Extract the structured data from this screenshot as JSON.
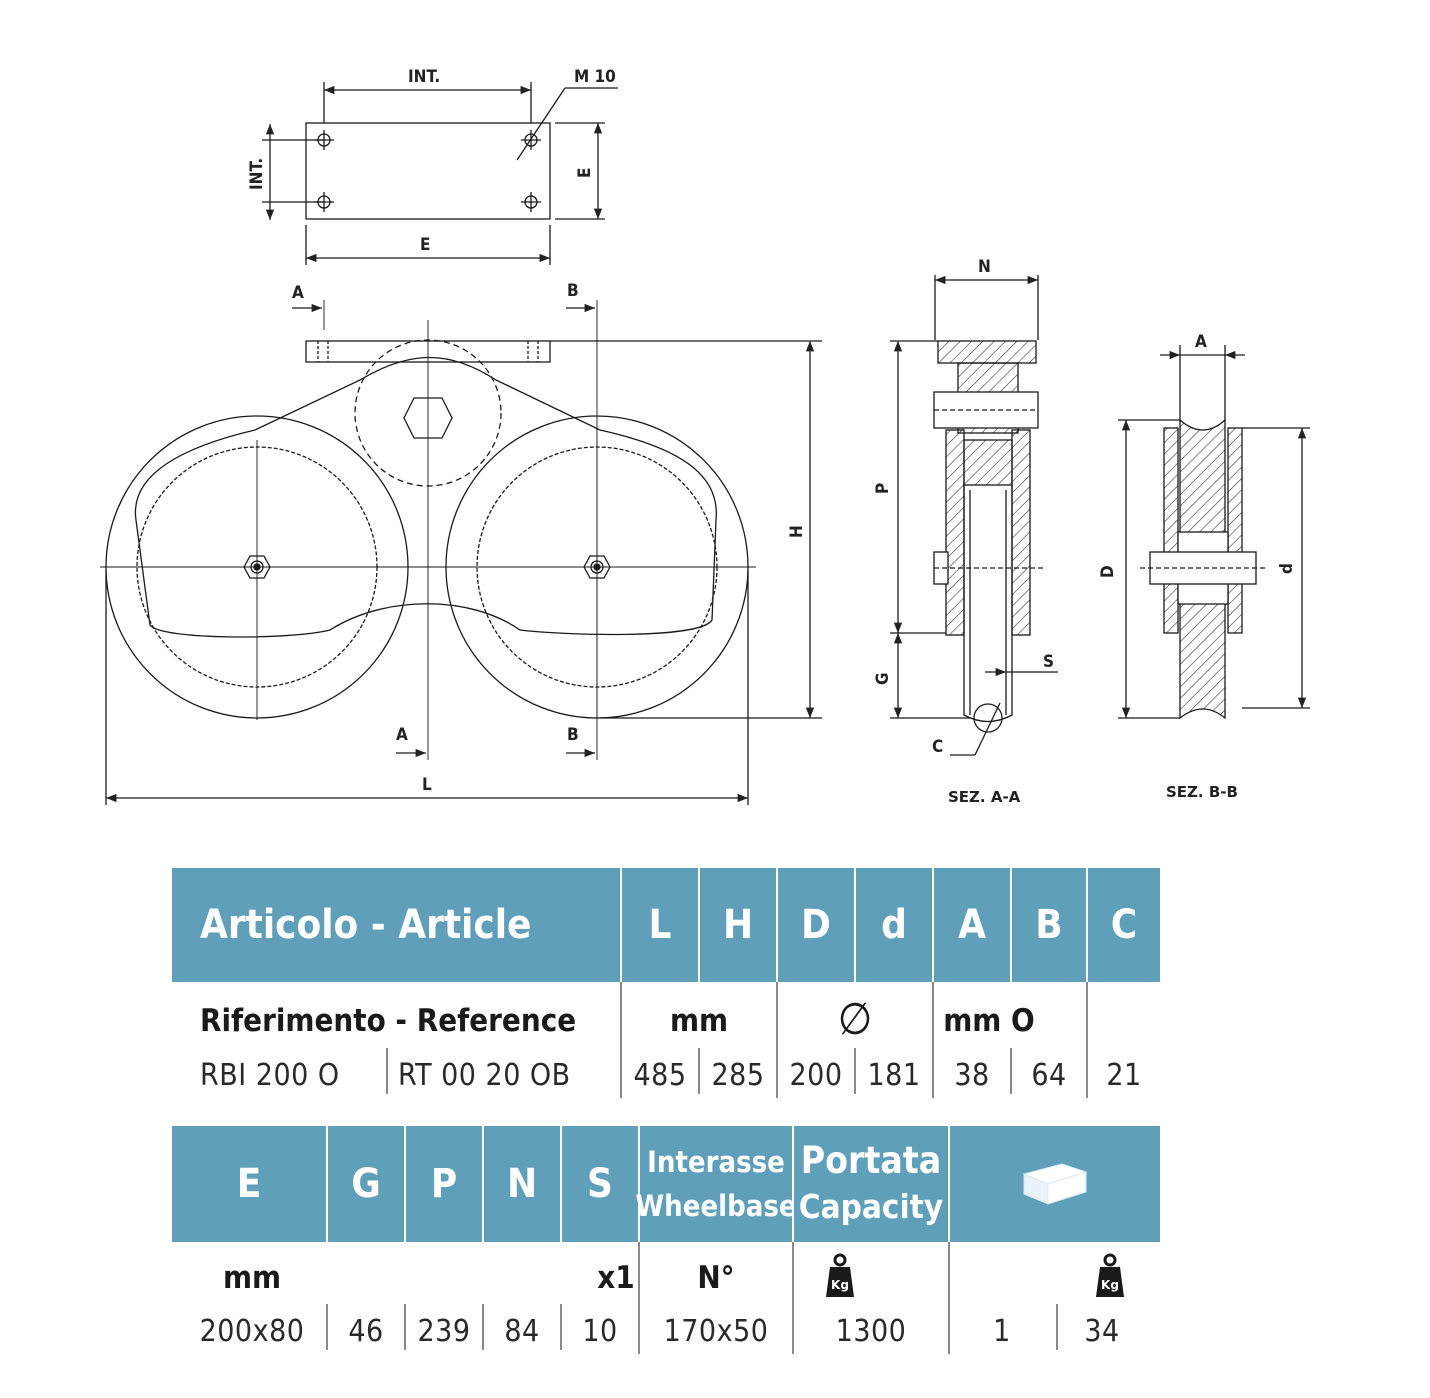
{
  "drawing": {
    "labels": {
      "int_top": "INT.",
      "m10": "M 10",
      "int_left": "INT.",
      "e_right": "E",
      "e_bottom": "E",
      "a_top": "A",
      "b_top": "B",
      "a_bottom": "A",
      "b_bottom": "B",
      "l": "L",
      "h": "H",
      "n": "N",
      "p": "P",
      "g": "G",
      "s": "S",
      "c": "C",
      "a_section": "A",
      "d_big": "D",
      "d_small": "d"
    },
    "section_aa": "SEZ. A-A",
    "section_bb": "SEZ. B-B"
  },
  "table1": {
    "headers": [
      "Articolo - Article",
      "L",
      "H",
      "D",
      "d",
      "A",
      "B",
      "C"
    ],
    "units": {
      "reference": "Riferimento - Reference",
      "mm": "mm",
      "diameter": "∅",
      "mm_o": "mm O"
    },
    "row": [
      "RBI 200 O",
      "RT 00 20 OB",
      "485",
      "285",
      "200",
      "181",
      "38",
      "64",
      "21"
    ]
  },
  "table2": {
    "headers": [
      "E",
      "G",
      "P",
      "N",
      "S"
    ],
    "interasse": [
      "Interasse",
      "Wheelbase"
    ],
    "portata": [
      "Portata",
      "Capacity"
    ],
    "package_icon": "box-icon",
    "weight_icon": "kg-weight-icon",
    "weight_icon_label": "Kg",
    "units": {
      "mm": "mm",
      "x1": "x1",
      "n": "N°"
    },
    "row": [
      "200x80",
      "46",
      "239",
      "84",
      "10",
      "170x50",
      "1300",
      "1",
      "34"
    ]
  },
  "colors": {
    "header_bg": "#5f9fba",
    "header_text": "#ffffff",
    "line": "#1a1a1a"
  }
}
